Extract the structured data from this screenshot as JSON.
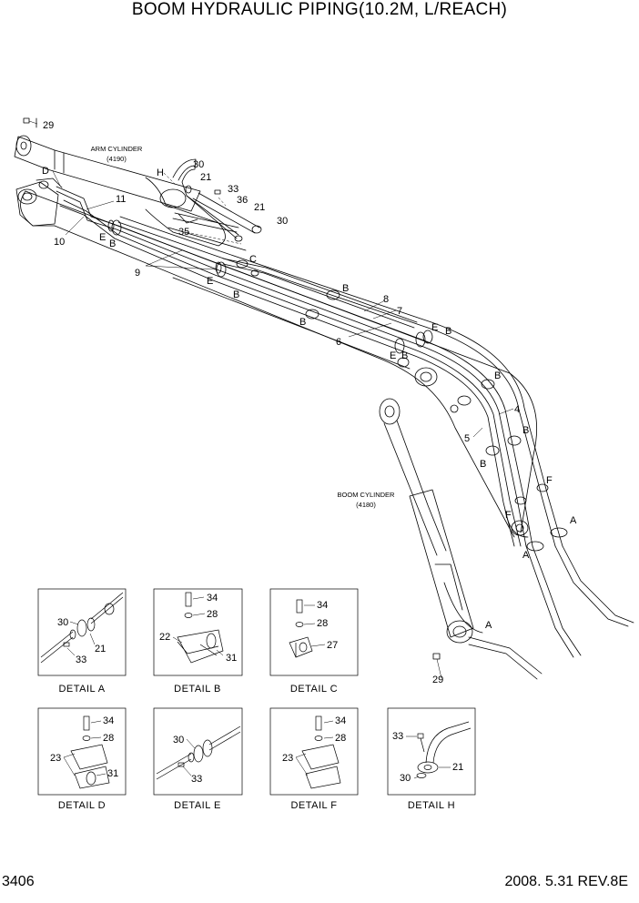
{
  "title": "BOOM HYDRAULIC PIPING(10.2M, L/REACH)",
  "page_number": "3406",
  "date_revision": "2008. 5.31  REV.8E",
  "component_labels": {
    "arm_cylinder": "ARM CYLINDER",
    "arm_cylinder_code": "(4190)",
    "boom_cylinder": "BOOM CYLINDER",
    "boom_cylinder_code": "(4180)"
  },
  "callouts": {
    "n29a": "29",
    "D": "D",
    "H": "H",
    "n30a": "30",
    "n21a": "21",
    "n33a": "33",
    "n36": "36",
    "n21b": "21",
    "n30b": "30",
    "n11": "11",
    "n10": "10",
    "Ea": "E",
    "Ba": "B",
    "n35": "35",
    "C": "C",
    "n9": "9",
    "Eb": "E",
    "Bb": "B",
    "Bc": "B",
    "n8": "8",
    "n7": "7",
    "Bd": "B",
    "Ec": "E",
    "Be": "B",
    "n6": "6",
    "Ed": "E",
    "Bf": "B",
    "Bg": "B",
    "n4": "4",
    "n5": "5",
    "Bh": "B",
    "Bi": "B",
    "Fa": "F",
    "Fb": "F",
    "Aa": "A",
    "Ab": "A",
    "Ac": "A",
    "n29b": "29"
  },
  "details": {
    "a": {
      "caption": "DETAIL  A",
      "n30": "30",
      "n21": "21",
      "n33": "33"
    },
    "b": {
      "caption": "DETAIL  B",
      "n34": "34",
      "n28": "28",
      "n22": "22",
      "n31": "31"
    },
    "c": {
      "caption": "DETAIL  C",
      "n34": "34",
      "n28": "28",
      "n27": "27"
    },
    "d": {
      "caption": "DETAIL  D",
      "n34": "34",
      "n28": "28",
      "n23": "23",
      "n31": "31"
    },
    "e": {
      "caption": "DETAIL  E",
      "n30": "30",
      "n33": "33"
    },
    "f": {
      "caption": "DETAIL  F",
      "n34": "34",
      "n28": "28",
      "n23": "23"
    },
    "h": {
      "caption": "DETAIL  H",
      "n33": "33",
      "n21": "21",
      "n30": "30"
    }
  }
}
